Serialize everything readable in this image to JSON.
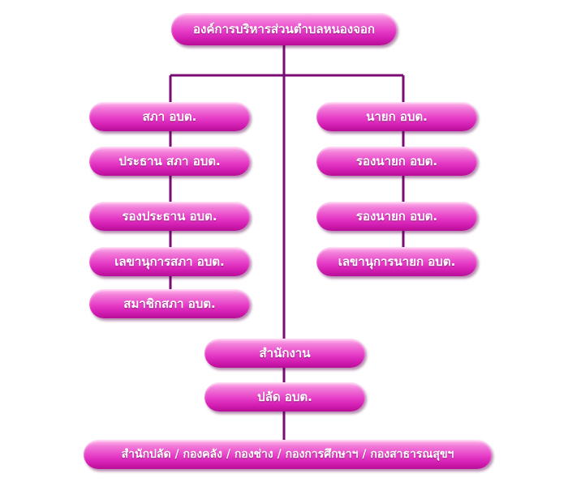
{
  "org_chart": {
    "top": "องค์การบริหารส่วนตำบลหนองจอก",
    "left_branch": [
      "สภา อบต.",
      "ประธาน สภา อบต.",
      "รองประธาน อบต.",
      "เลขานุการสภา อบต.",
      "สมาชิกสภา อบต."
    ],
    "right_branch": [
      "นายก อบต.",
      "รองนายก อบต.",
      "รองนายก อบต.",
      "เลขานุการนายก อบต."
    ],
    "center_branch": [
      "สำนักงาน",
      "ปลัด อบต."
    ],
    "bottom": "สำนักปลัด / กองคลัง / กองช่าง / กองการศึกษาฯ / กองสาธารณสุขฯ"
  },
  "colors": {
    "node": "#e63dc7",
    "line": "#7a0b73"
  }
}
